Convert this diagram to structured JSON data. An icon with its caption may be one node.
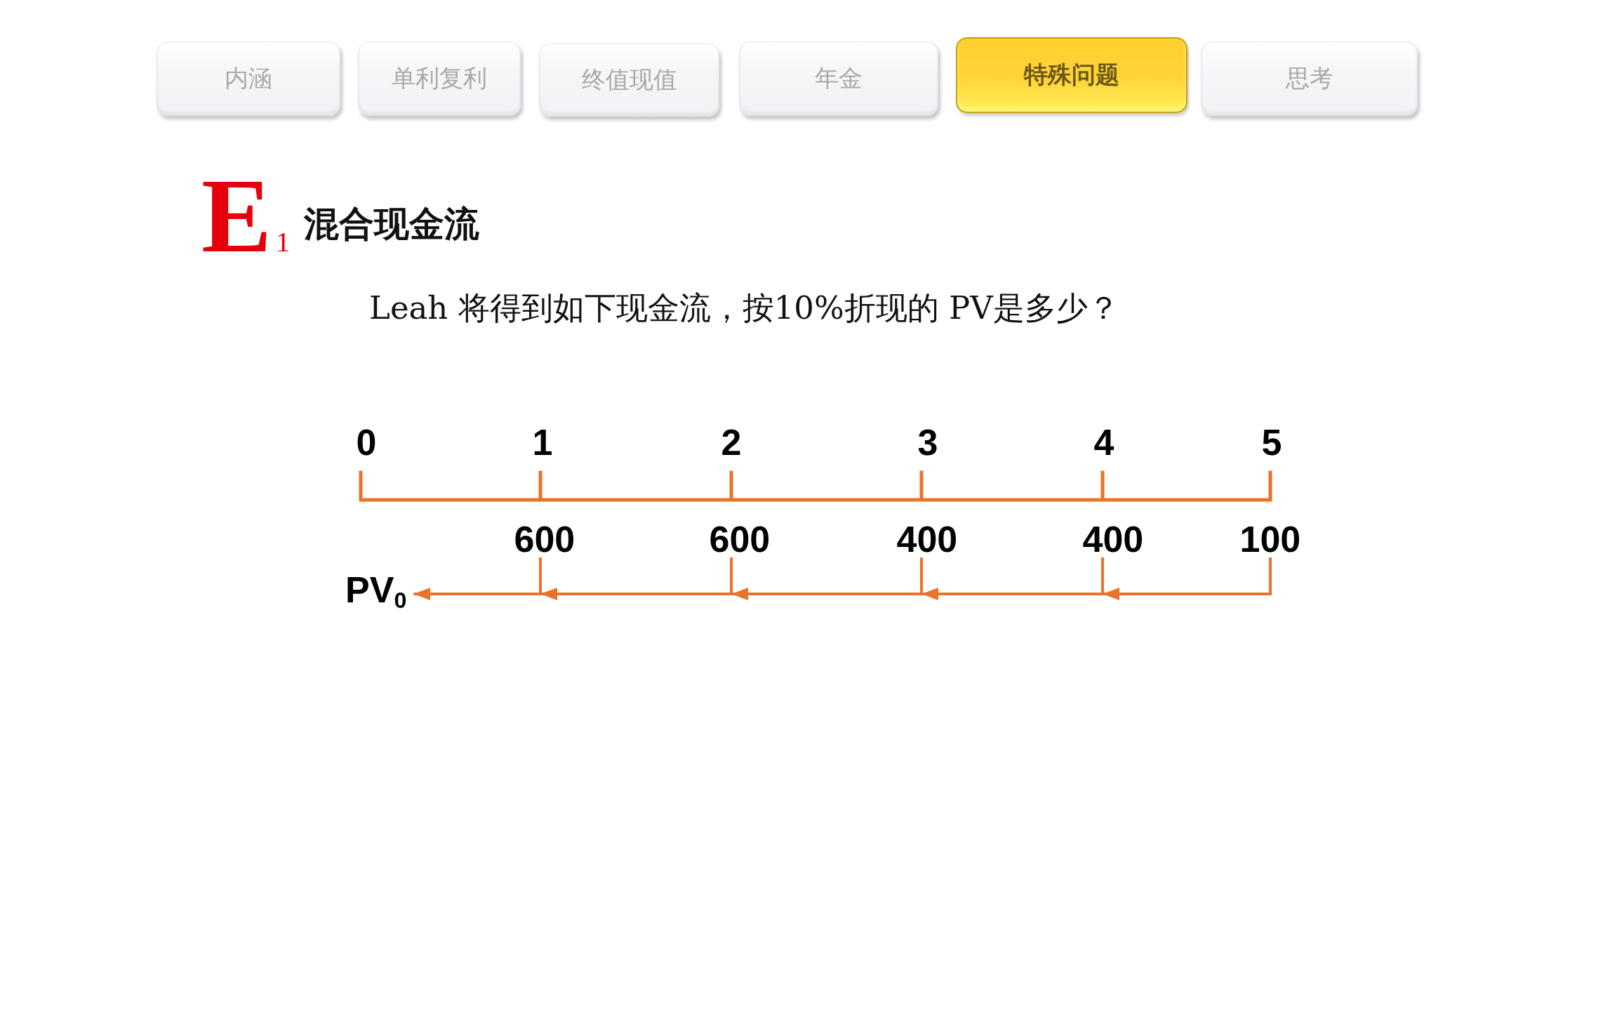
{
  "diagram": {
    "title": "混合现金流",
    "nodes": [
      {
        "text": [
          "内涵"
        ]
      },
      {
        "text": [
          "单利复利"
        ]
      },
      {
        "text": [
          "终值现值"
        ]
      },
      {
        "text": [
          "年金"
        ]
      },
      {
        "text": [
          "特殊问题"
        ]
      },
      {
        "text": [
          "思考"
        ]
      },
      {
        "text": [
          "600"
        ]
      },
      {
        "text": [
          "600"
        ]
      },
      {
        "text": [
          "400"
        ]
      },
      {
        "text": [
          "400"
        ]
      },
      {
        "text": [
          "100"
        ]
      },
      {
        "text": [
          "PV$_{0}$"
        ]
      }
    ],
    "edges": [
      {
        "from": 10,
        "to": 9,
        "arrow": "to"
      },
      {
        "from": 9,
        "to": 8,
        "arrow": "to"
      },
      {
        "from": 8,
        "to": 7,
        "arrow": "to"
      },
      {
        "from": 7,
        "to": 6,
        "arrow": "to"
      },
      {
        "from": 6,
        "to": 11,
        "arrow": "to"
      }
    ],
    "labels": [
      "E$_{1}$",
      "Leah 将得到如下现金流，按10%折现的 PV是多少？",
      "0",
      "1",
      "2",
      "3",
      "4",
      "5"
    ]
  }
}
